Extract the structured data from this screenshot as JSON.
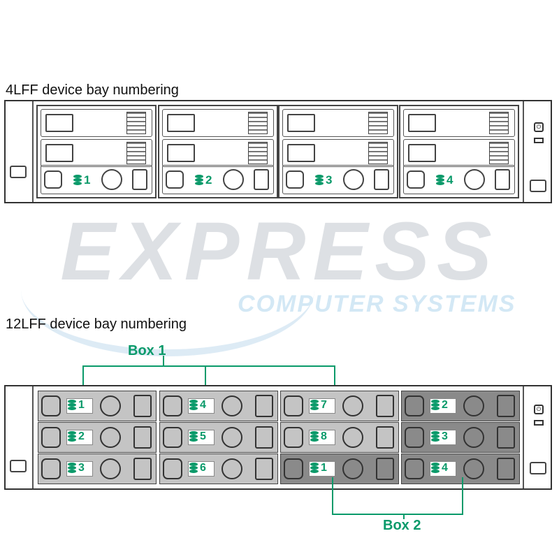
{
  "titles": {
    "four_lff": "4LFF device bay numbering",
    "twelve_lff": "12LFF device bay numbering"
  },
  "watermark": {
    "brand": "EXPRESS",
    "subtitle": "COMPUTER SYSTEMS"
  },
  "four_lff_bays": [
    "1",
    "2",
    "3",
    "4"
  ],
  "twelve_lff_grid": [
    [
      "1",
      "4",
      "7",
      "2"
    ],
    [
      "2",
      "5",
      "8",
      "3"
    ],
    [
      "3",
      "6",
      "1",
      "4"
    ]
  ],
  "box_labels": {
    "box1": "Box 1",
    "box2": "Box 2"
  },
  "colors": {
    "label_green": "#0a9a6a",
    "box1_drive": "#c4c4c4",
    "box2_drive": "#8a8a8a"
  }
}
